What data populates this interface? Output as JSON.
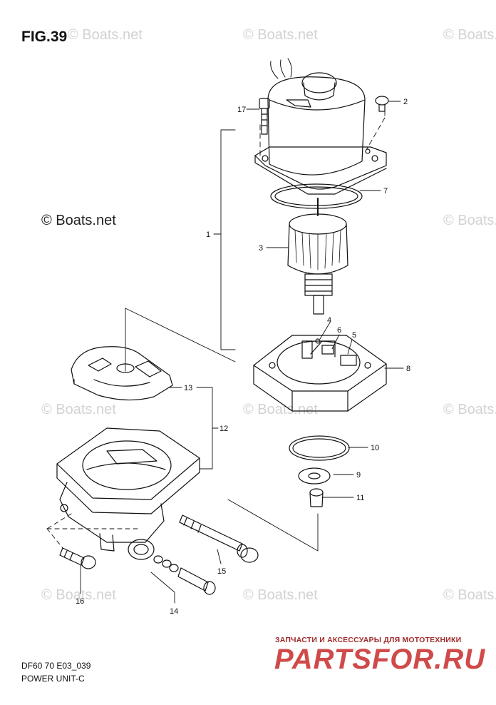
{
  "figure": {
    "title": "FIG.39"
  },
  "watermarks": [
    "© Boats.net",
    "© Boats.net",
    "© Boats.net",
    "© Boats.net",
    "© Boats.net",
    "© Boats.net",
    "© Boats.net",
    "© Boats.net",
    "© Boats.net",
    "© Boats.net"
  ],
  "copyright": "© Boats.net",
  "footer": {
    "code": "DF60 70 E03_039",
    "name": "POWER UNIT-C"
  },
  "brand": {
    "tagline": "ЗАПЧАСТИ И АКСЕССУАРЫ ДЛЯ МОТОТЕХНИКИ",
    "logo": "PARTSFOR.RU"
  },
  "callouts": {
    "c1": "1",
    "c2": "2",
    "c3": "3",
    "c4": "4",
    "c5": "5",
    "c6": "6",
    "c7": "7",
    "c8": "8",
    "c9": "9",
    "c10": "10",
    "c11": "11",
    "c12": "12",
    "c13": "13",
    "c14": "14",
    "c15": "15",
    "c16": "16",
    "c17": "17"
  }
}
